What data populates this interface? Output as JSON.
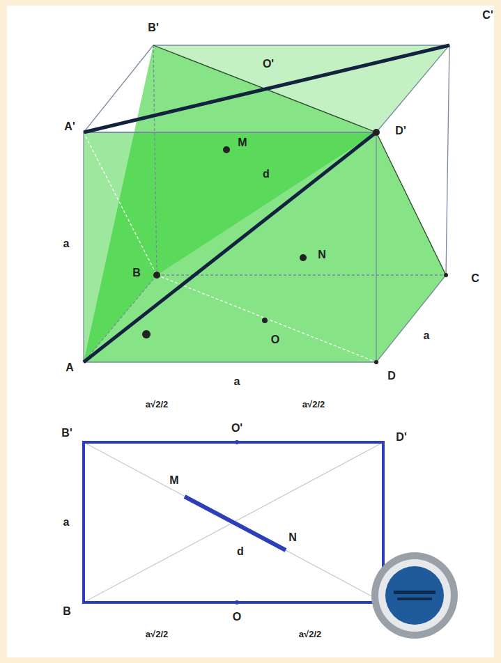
{
  "diagram": {
    "labels": [
      "B'",
      "C'",
      "O'",
      "A'",
      "D'",
      "M",
      "d",
      "B",
      "N",
      "C",
      "a",
      "O",
      "a",
      "A",
      "D",
      "a",
      "a√2/2",
      "a√2/2",
      "B'",
      "O'",
      "D'",
      "a",
      "M",
      "d",
      "N",
      "B",
      "O",
      "a√2/2",
      "a√2/2"
    ]
  }
}
